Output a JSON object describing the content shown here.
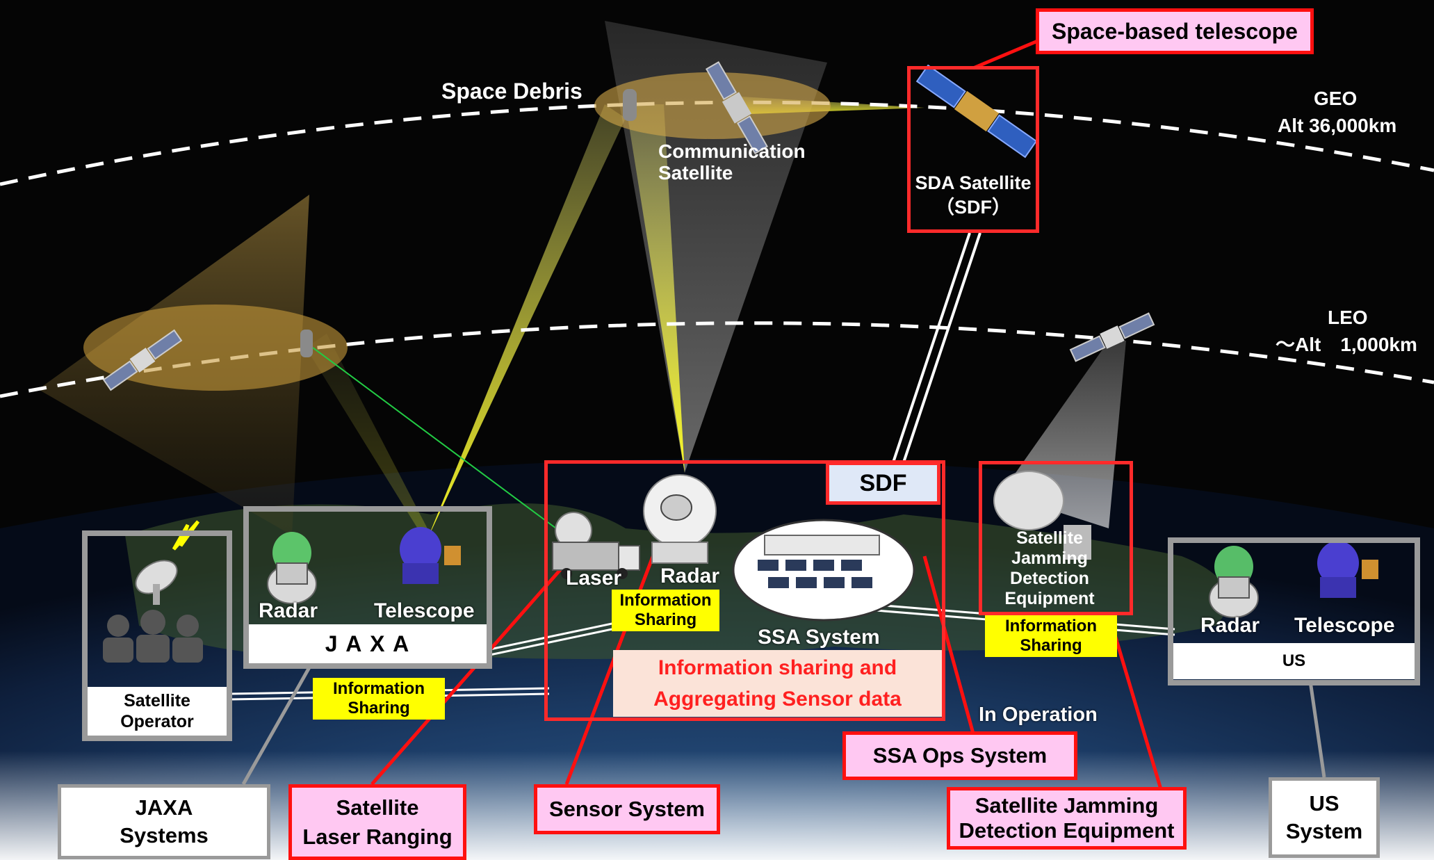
{
  "orbits": {
    "geo_label": "GEO",
    "geo_alt": "Alt 36,000km",
    "leo_label": "LEO",
    "leo_alt": "～Alt　1,000km"
  },
  "space": {
    "debris_label": "Space Debris",
    "comm_sat_label_line1": "Communication",
    "comm_sat_label_line2": "Satellite",
    "sda_sat_line1": "SDA Satellite",
    "sda_sat_line2": "（SDF）",
    "space_telescope_callout": "Space-based telescope"
  },
  "sdf_center": {
    "sdf_tag": "SDF",
    "laser": "Laser",
    "radar": "Radar",
    "ssa_system": "SSA System",
    "info_sharing_line1": "Information",
    "info_sharing_line2": "Sharing",
    "aggregate_line1": "Information sharing and",
    "aggregate_line2": "Aggregating Sensor data"
  },
  "jaxa": {
    "radar": "Radar",
    "telescope": "Telescope",
    "name": "J A X A",
    "operator_line1": "Satellite",
    "operator_line2": "Operator",
    "info_sharing_line1": "Information",
    "info_sharing_line2": "Sharing"
  },
  "jamming": {
    "line1": "Satellite",
    "line2": "Jamming",
    "line3": "Detection",
    "line4": "Equipment",
    "info_sharing_line1": "Information",
    "info_sharing_line2": "Sharing",
    "in_operation": "In Operation"
  },
  "us": {
    "radar": "Radar",
    "telescope": "Telescope",
    "name": "US"
  },
  "callouts": {
    "jaxa_systems_line1": "JAXA",
    "jaxa_systems_line2": "Systems",
    "slr_line1": "Satellite",
    "slr_line2": "Laser Ranging",
    "sensor_system": "Sensor System",
    "ssa_ops": "SSA Ops System",
    "jamming_line1": "Satellite Jamming",
    "jamming_line2": "Detection Equipment",
    "us_line1": "US",
    "us_line2": "System"
  },
  "colors": {
    "callout_red": "#ff1010",
    "callout_pink": "#ffc8f2",
    "info_yellow": "#ffff00",
    "aggregate_bg": "#fbe3d8",
    "aggregate_text": "#ff2020",
    "frame_grey": "#9a9a9a"
  }
}
